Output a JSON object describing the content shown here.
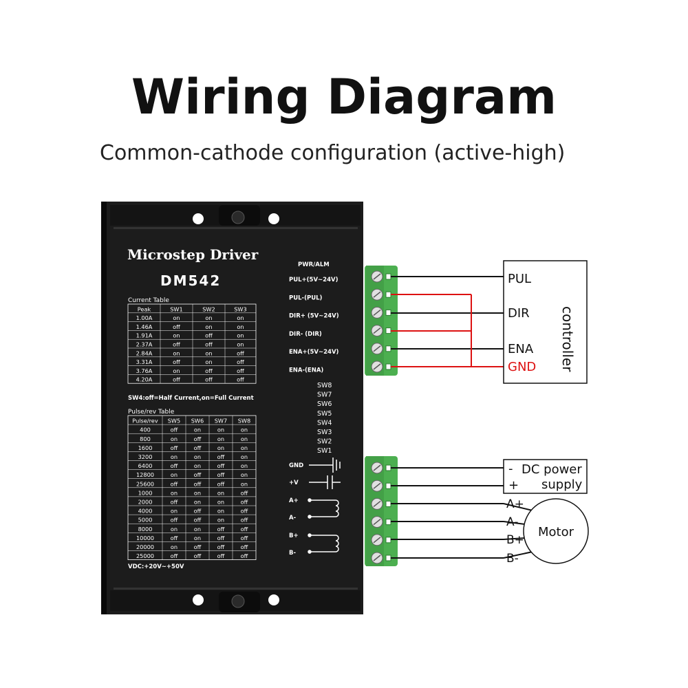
{
  "title": "Wiring Diagram",
  "subtitle": "Common-cathode configuration (active-high)",
  "driver": {
    "name": "Microstep Driver",
    "model": "DM542",
    "current_table": {
      "title": "Current Table",
      "headers": [
        "Peak",
        "SW1",
        "SW2",
        "SW3"
      ],
      "rows": [
        [
          "1.00A",
          "on",
          "on",
          "on"
        ],
        [
          "1.46A",
          "off",
          "on",
          "on"
        ],
        [
          "1.91A",
          "on",
          "off",
          "on"
        ],
        [
          "2.37A",
          "off",
          "off",
          "on"
        ],
        [
          "2.84A",
          "on",
          "on",
          "off"
        ],
        [
          "3.31A",
          "off",
          "on",
          "off"
        ],
        [
          "3.76A",
          "on",
          "off",
          "off"
        ],
        [
          "4.20A",
          "off",
          "off",
          "off"
        ]
      ]
    },
    "sw4_note": "SW4:off=Half Current,on=Full Current",
    "pulse_table": {
      "title": "Pulse/rev Table",
      "headers": [
        "Pulse/rev",
        "SW5",
        "SW6",
        "SW7",
        "SW8"
      ],
      "rows": [
        [
          "400",
          "off",
          "on",
          "on",
          "on"
        ],
        [
          "800",
          "on",
          "off",
          "on",
          "on"
        ],
        [
          "1600",
          "off",
          "off",
          "on",
          "on"
        ],
        [
          "3200",
          "on",
          "on",
          "off",
          "on"
        ],
        [
          "6400",
          "off",
          "on",
          "off",
          "on"
        ],
        [
          "12800",
          "on",
          "off",
          "off",
          "on"
        ],
        [
          "25600",
          "off",
          "off",
          "off",
          "on"
        ],
        [
          "1000",
          "on",
          "on",
          "on",
          "off"
        ],
        [
          "2000",
          "off",
          "on",
          "on",
          "off"
        ],
        [
          "4000",
          "on",
          "off",
          "on",
          "off"
        ],
        [
          "5000",
          "off",
          "off",
          "on",
          "off"
        ],
        [
          "8000",
          "on",
          "on",
          "off",
          "off"
        ],
        [
          "10000",
          "off",
          "on",
          "off",
          "off"
        ],
        [
          "20000",
          "on",
          "off",
          "off",
          "off"
        ],
        [
          "25000",
          "off",
          "off",
          "off",
          "off"
        ]
      ]
    },
    "vdc_note": "VDC:+20V~+50V",
    "pwr_alm": "PWR/ALM",
    "signal_labels": [
      "PUL+(5V~24V)",
      "PUL-(PUL)",
      "DIR+ (5V~24V)",
      "DIR- (DIR)",
      "ENA+(5V~24V)",
      "ENA-(ENA)"
    ],
    "switch_labels": [
      "SW8",
      "SW7",
      "SW6",
      "SW5",
      "SW4",
      "SW3",
      "SW2",
      "SW1"
    ],
    "power_labels": [
      "GND",
      "+V",
      "A+",
      "A-",
      "B+",
      "B-"
    ]
  },
  "controller": {
    "title": "controller",
    "pins": [
      "PUL",
      "DIR",
      "ENA",
      "GND"
    ],
    "gnd_color": "#dd1111"
  },
  "power_supply": {
    "minus": "-",
    "plus": "+",
    "line1": "DC power",
    "line2": "supply"
  },
  "motor": {
    "label": "Motor",
    "pins": [
      "A+",
      "A-",
      "B+",
      "B-"
    ]
  },
  "colors": {
    "wire": "#111111",
    "wire_red": "#dd1111",
    "terminal_green": "#4caf50",
    "driver_body": "#1a1a1a"
  }
}
